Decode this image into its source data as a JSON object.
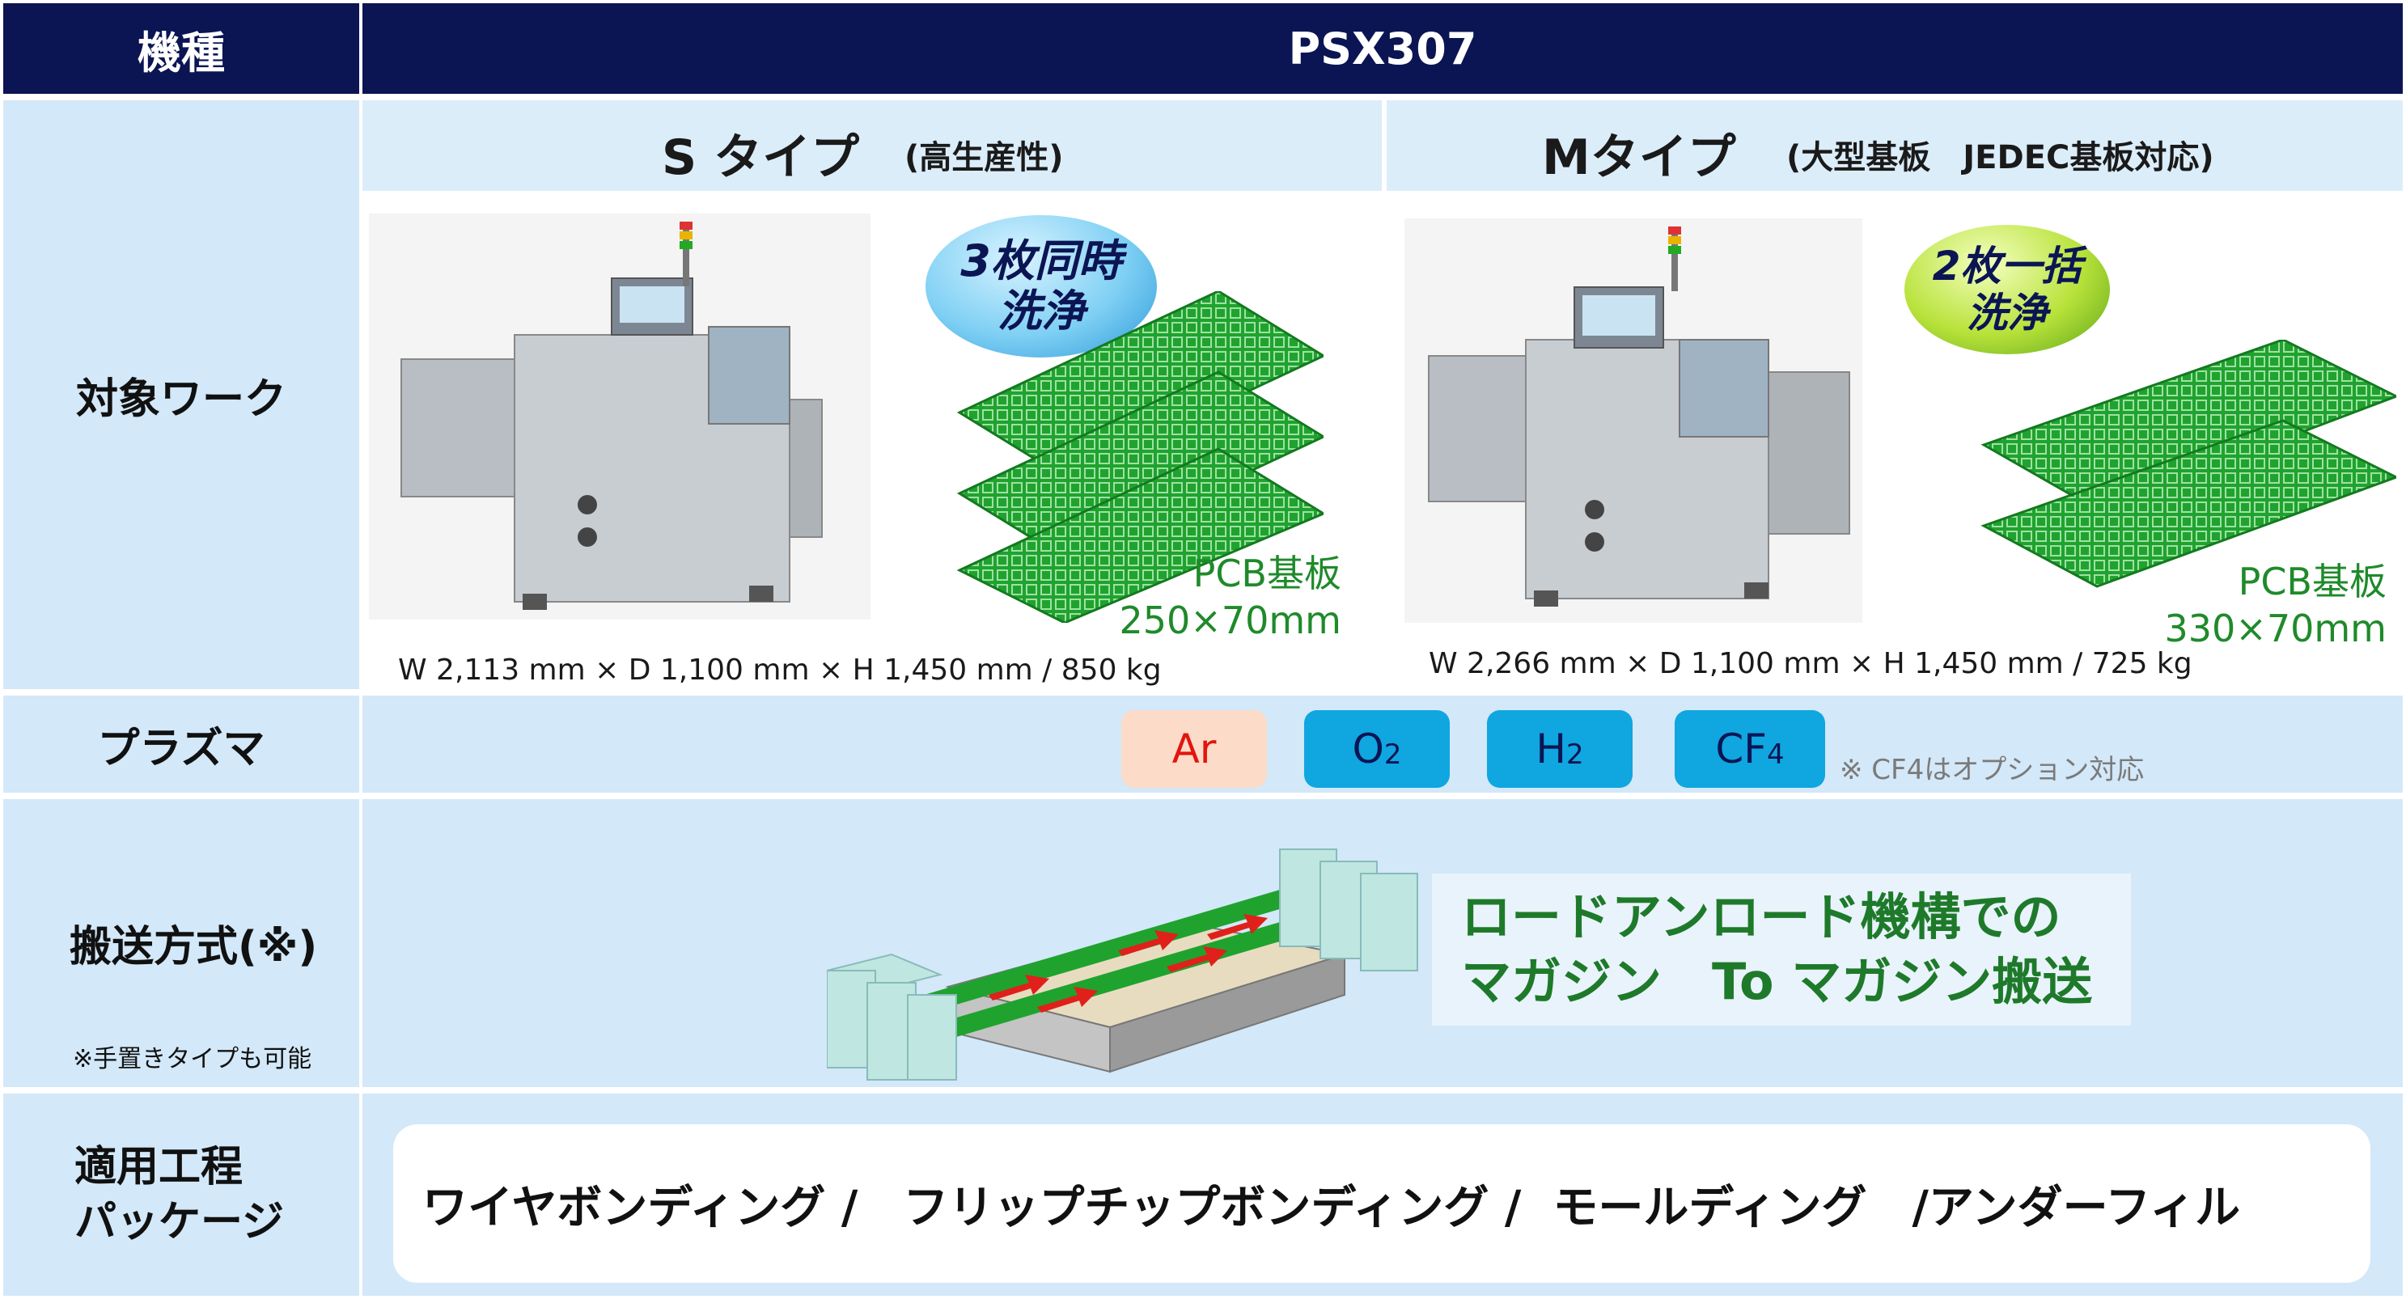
{
  "header": {
    "label": "機種",
    "model": "PSX307"
  },
  "rows": {
    "work": "対象ワーク",
    "plasma": "プラズマ",
    "transport": "搬送方式(※)",
    "transport_note": "※手置きタイプも可能",
    "process_line1": "適用工程",
    "process_line2": "パッケージ"
  },
  "s_type": {
    "title": "S タイプ",
    "sub": "(高生産性)",
    "bubble_line1": "3枚同時",
    "bubble_line2": "洗浄",
    "pcb_line1": "PCB基板",
    "pcb_line2": "250×70mm",
    "dims": "W 2,113 mm × D 1,100 mm × H 1,450 mm / 850 kg"
  },
  "m_type": {
    "title": "Mタイプ",
    "sub": "(大型基板　JEDEC基板対応)",
    "bubble_line1": "2枚一括",
    "bubble_line2": "洗浄",
    "pcb_line1": "PCB基板",
    "pcb_line2": "330×70mm",
    "dims": "W 2,266 mm × D 1,100 mm × H 1,450 mm / 725 kg"
  },
  "plasma": {
    "gases": [
      {
        "main": "Ar",
        "sub": ""
      },
      {
        "main": "O",
        "sub": "2"
      },
      {
        "main": "H",
        "sub": "2"
      },
      {
        "main": "CF",
        "sub": "4"
      }
    ],
    "note": "※ CF4はオプション対応",
    "colors": {
      "ar_bg": "#fcdcc8",
      "ar_text": "#e3140f",
      "gas_bg": "#10a6e0",
      "gas_text": "#0b1554"
    }
  },
  "transport": {
    "line1": "ロードアンロード機構での",
    "line2": "マガジン　To マガジン搬送",
    "color": "#1e7a2a"
  },
  "process": {
    "items": "ワイヤボンディング /　フリップチップボンディング /  モールディング　/アンダーフィル"
  },
  "colors": {
    "header_bg": "#0b1554",
    "row_bg": "#d3e8f8",
    "pcb_green": "#20a030"
  }
}
